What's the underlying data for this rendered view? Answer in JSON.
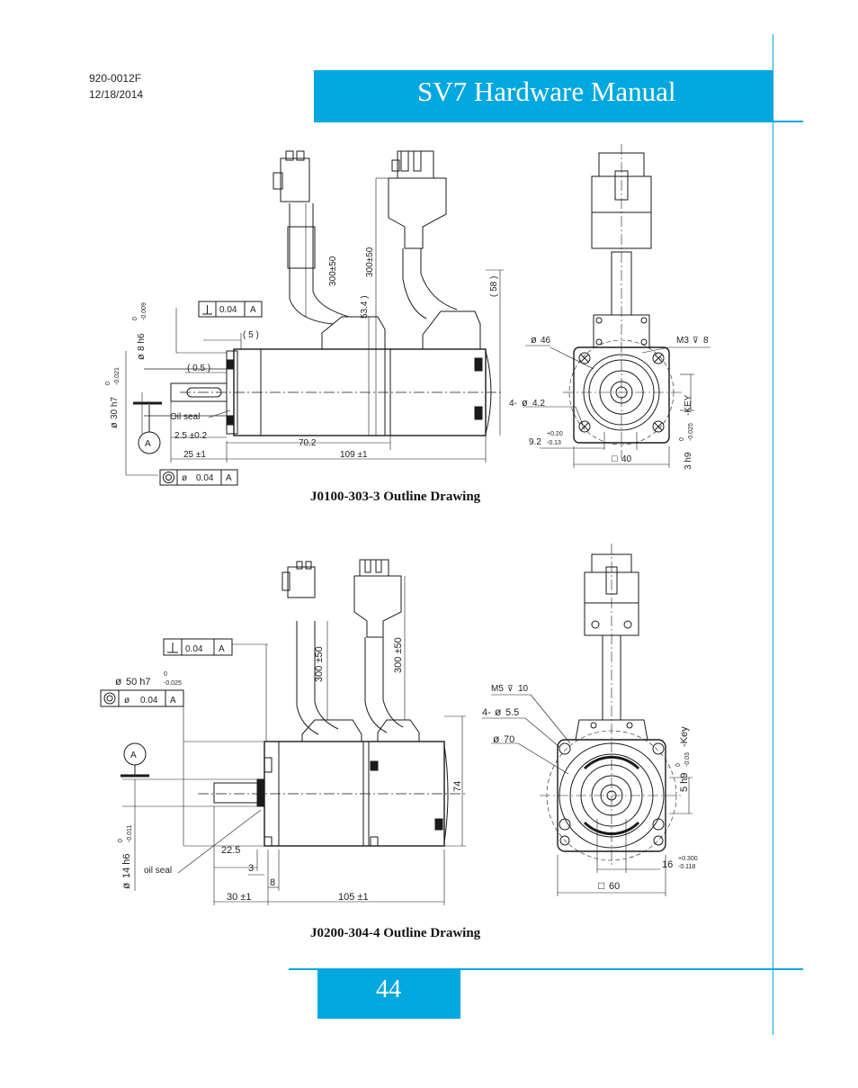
{
  "header": {
    "doc_number": "920-0012F",
    "date": "12/18/2014",
    "title": "SV7 Hardware Manual"
  },
  "colors": {
    "accent": "#00a8df"
  },
  "drawing1": {
    "caption": "J0100-303-3 Outline Drawing",
    "perp_value": "0.04",
    "perp_datum": "A",
    "conc_value": "0.04",
    "conc_datum": "A",
    "datum": "A",
    "oil_seal": "Oil seal",
    "dims": {
      "shaft_dia": "30 h7",
      "shaft_tol_top": "0",
      "shaft_tol_bot": "-0.021",
      "pilot_dia": "8 h6",
      "pilot_tol_top": "0",
      "pilot_tol_bot": "-0.009",
      "d5": "( 5 )",
      "d05": "( 0.5 )",
      "d25": "2.5 ±0.2",
      "d25b": "25 ±1",
      "d702": "70.2",
      "d109": "109 ±1",
      "d534": "53.4 )",
      "cable1": "300±50",
      "cable2": "300±50",
      "d58": "( 58 )",
      "bolt_circle": "46",
      "tap": "M3",
      "tap_depth": "8",
      "holes": "4-",
      "hole_dia": "4.2",
      "d92": "9.2",
      "d92_top": "+0.20",
      "d92_bot": "-0.13",
      "square": "40",
      "key": "3 h9",
      "key_tol_top": "0",
      "key_tol_bot": "-0.025",
      "key_label": "-KEY"
    }
  },
  "drawing2": {
    "caption": "J0200-304-4 Outline Drawing",
    "perp_value": "0.04",
    "perp_datum": "A",
    "conc_value": "0.04",
    "conc_datum": "A",
    "datum": "A",
    "oil_seal": "oil seal",
    "dims": {
      "shaft_dia": "14 h6",
      "shaft_tol_top": "0",
      "shaft_tol_bot": "-0.011",
      "pilot_dia": "50 h7",
      "pilot_tol_top": "0",
      "pilot_tol_bot": "-0.025",
      "d225": "22.5",
      "d3": "3",
      "d8": "8",
      "d30": "30 ±1",
      "d105": "105 ±1",
      "cable1": "300 ±50",
      "cable2": "300 ±50",
      "d74": "74",
      "tap": "M5",
      "tap_depth": "10",
      "holes": "4-",
      "hole_dia": "5.5",
      "bolt_circle": "70",
      "key": "5 h9",
      "key_tol_top": "0",
      "key_tol_bot": "-0.03",
      "key_label": "-Key",
      "d16": "16",
      "d16_top": "+0.300",
      "d16_bot": "-0.118",
      "square": "60"
    }
  },
  "page_number": "44"
}
